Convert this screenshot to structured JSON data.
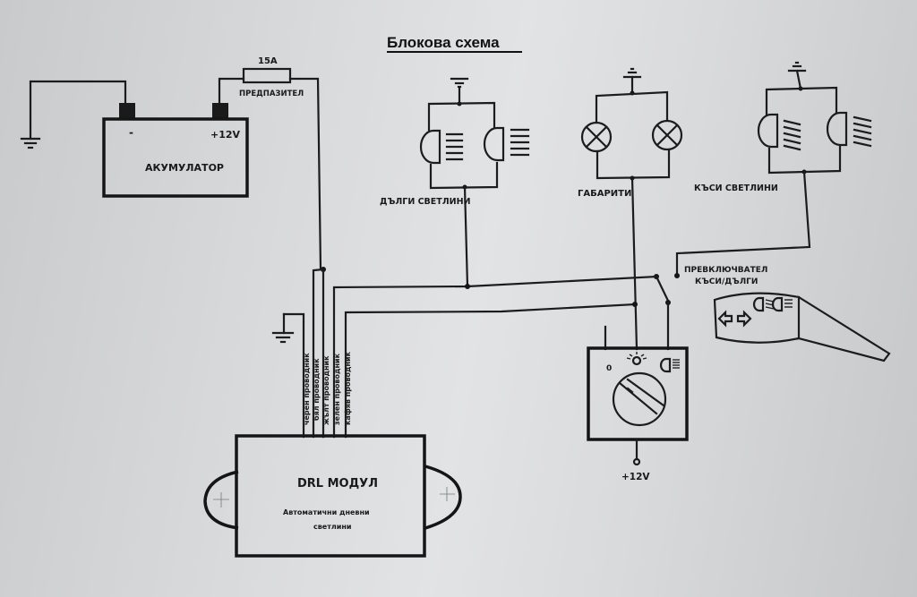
{
  "title": "Блокова схема",
  "battery": {
    "label": "АКУМУЛАТОР",
    "minus": "-",
    "plus": "+12V"
  },
  "fuse": {
    "rating": "15A",
    "label": "ПРЕДПАЗИТЕЛ"
  },
  "lamps": {
    "high_beam": "ДЪЛГИ СВЕТЛИНИ",
    "parking": "ГАБАРИТИ",
    "low_beam": "КЪСИ СВЕТЛИНИ"
  },
  "switch": {
    "line1": "ПРЕВКЛЮЧВАТЕЛ",
    "line2": "КЪСИ/ДЪЛГИ"
  },
  "light_switch": {
    "off_mark": "0",
    "supply": "+12V"
  },
  "wires": [
    "черен проводник",
    "бял проводник",
    "жълт проводник",
    "зелен проводник",
    "кафяв проводник"
  ],
  "module": {
    "title": "DRL МОДУЛ",
    "line1": "Автоматични дневни",
    "line2": "светлини"
  },
  "colors": {
    "ink": "#1c1c1c",
    "paper": "#d8d9db"
  }
}
